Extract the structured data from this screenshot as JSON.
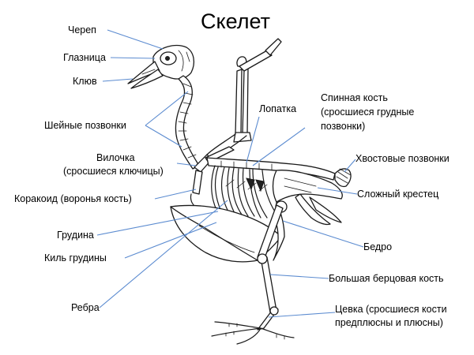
{
  "title": "Скелет",
  "labels": {
    "skull": "Череп",
    "eye_socket": "Глазница",
    "beak": "Клюв",
    "cervical": "Шейные позвонки",
    "furcula_1": "Вилочка",
    "furcula_2": "(сросшиеся ключицы)",
    "coracoid": "Коракоид  (воронья кость)",
    "sternum": "Грудина",
    "keel": "Киль грудины",
    "ribs": "Ребра",
    "scapula": "Лопатка",
    "dorsal_1": "Спинная кость",
    "dorsal_2": "(сросшиеся грудные",
    "dorsal_3": "позвонки)",
    "caudal": "Хвостовые позвонки",
    "synsacrum": "Сложный крестец",
    "femur": "Бедро",
    "tibia": "Большая берцовая кость",
    "tarsus_1": "Цевка (сросшиеся кости",
    "tarsus_2": "предплюсны и плюсны)"
  },
  "colors": {
    "leader": "#5b8bd0",
    "bone_stroke": "#1a1a1a",
    "text": "#000000"
  }
}
